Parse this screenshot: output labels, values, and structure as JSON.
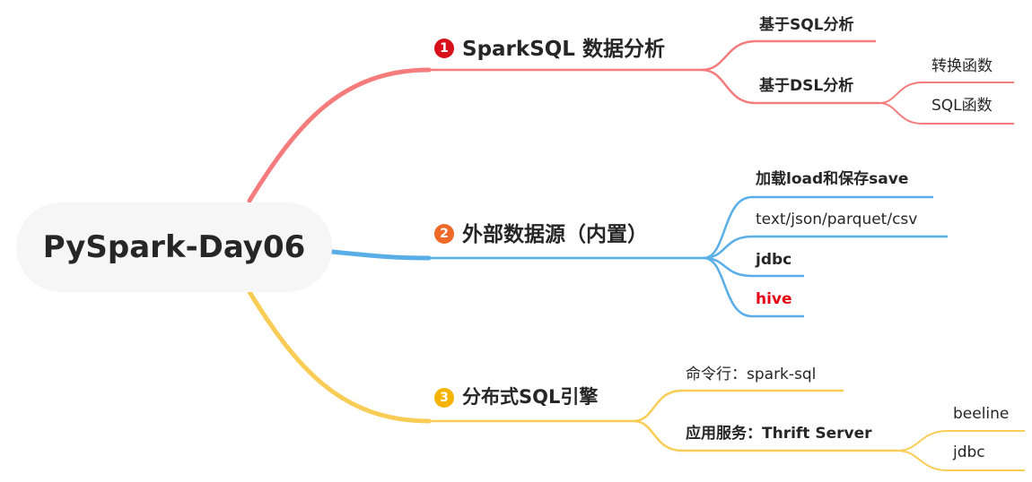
{
  "root": {
    "title": "PySpark-Day06"
  },
  "colors": {
    "branch1": "#f47c7c",
    "branch2": "#5aaee8",
    "branch3": "#f8cc55",
    "hive": "#e60012",
    "badge1": "#d7101a",
    "badge2": "#ef6a29",
    "badge3": "#f5b400"
  },
  "branches": [
    {
      "number": "1",
      "label": "SparkSQL 数据分析",
      "children": [
        {
          "label": "基于SQL分析"
        },
        {
          "label": "基于DSL分析",
          "children": [
            {
              "label": "转换函数"
            },
            {
              "label": "SQL函数"
            }
          ]
        }
      ]
    },
    {
      "number": "2",
      "label": "外部数据源（内置）",
      "children": [
        {
          "label": "加载load和保存save"
        },
        {
          "label": "text/json/parquet/csv"
        },
        {
          "label": "jdbc"
        },
        {
          "label": "hive"
        }
      ]
    },
    {
      "number": "3",
      "label": "分布式SQL引擎",
      "children": [
        {
          "label": "命令行：spark-sql"
        },
        {
          "label": "应用服务：Thrift Server",
          "children": [
            {
              "label": "beeline"
            },
            {
              "label": "jdbc"
            }
          ]
        }
      ]
    }
  ]
}
